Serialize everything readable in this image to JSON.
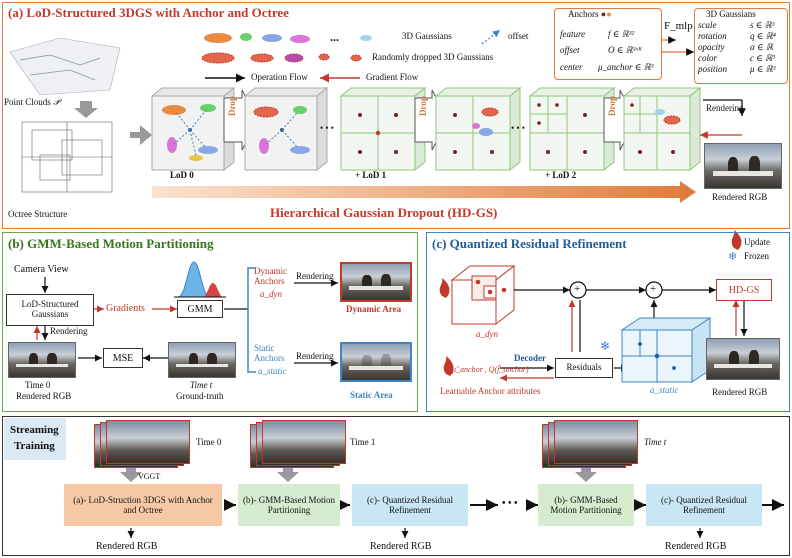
{
  "panel_a": {
    "title": "(a) LoD-Structured 3DGS with Anchor and Octree",
    "point_clouds_label": "Point Clouds",
    "point_clouds_symbol": "𝒫",
    "octree_label": "Octree Structure",
    "legend": {
      "gaussians": "3D Gaussians",
      "offset": "offset",
      "dropped": "Randomly dropped 3D Gaussians",
      "operation_flow": "Operation Flow",
      "gradient_flow": "Gradient Flow",
      "ellipsis": "..."
    },
    "anchors": {
      "title": "Anchors",
      "rows": [
        {
          "name": "feature",
          "value": "f ∈ ℝ³²"
        },
        {
          "name": "offset",
          "value": "O ∈ ℝ³ˣᴷ"
        },
        {
          "name": "center",
          "value": "μ_anchor ∈ ℝ³"
        }
      ]
    },
    "fmlp": "F_mlp",
    "gaussians_box": {
      "title": "3D Gaussians",
      "rows": [
        {
          "name": "scale",
          "value": "s ∈ ℝ³"
        },
        {
          "name": "rotation",
          "value": "q ∈ ℝ⁴"
        },
        {
          "name": "opacity",
          "value": "α ∈ ℝ"
        },
        {
          "name": "color",
          "value": "c ∈ ℝ³"
        },
        {
          "name": "position",
          "value": "μ ∈ ℝ³"
        }
      ]
    },
    "drop_label": "Drop",
    "lod_labels": [
      "LoD 0",
      "+ LoD 1",
      "+ LoD 2"
    ],
    "dots": "• • •",
    "rendering": "Rendering",
    "rendered_rgb": "Rendered RGB",
    "hd_gs_banner": "Hierarchical Gaussian Dropout (HD-GS)"
  },
  "panel_b": {
    "title": "(b) GMM-Based Motion Partitioning",
    "camera_view": "Camera View",
    "lod_box": "LoD-Structured Gaussians",
    "gradients": "Gradients",
    "gmm": "GMM",
    "rendering1": "Rendering",
    "rendering2": "Rendering",
    "rendering3": "Rendering",
    "mse": "MSE",
    "time0": "Time 0",
    "rendered_rgb": "Rendered RGB",
    "time_t": "Time t",
    "ground_truth": "Ground-truth",
    "dynamic_anchors": "Dynamic Anchors",
    "a_dyn": "a_dyn",
    "static_anchors": "Static Anchors",
    "a_static": "a_static",
    "dynamic_area": "Dynamic Area",
    "static_area": "Static Area"
  },
  "panel_c": {
    "title": "(c) Quantized Residual Refinement",
    "update": "Update",
    "frozen": "Frozen",
    "a_dyn": "a_dyn",
    "a_static": "a_static",
    "hd_gs": "HD-GS",
    "decoder": "Decoder",
    "residuals": "Residuals",
    "anchor_attr_math": "μ̃_anchor , Q(f̃_anchor)",
    "learnable": "Learnable Anchor attributes",
    "rendered_rgb": "Rendered RGB",
    "plus": "+"
  },
  "streaming": {
    "title_line1": "Streaming",
    "title_line2": "Training",
    "time_labels": [
      "Time 0",
      "Time 1",
      "Time t"
    ],
    "vggt": "VGGT",
    "step_a": "(a)- LoD-Struction 3DGS with Anchor and Octree",
    "step_b": "(b)- GMM-Based Motion Partitioning",
    "step_c": "(c)- Quantized Residual Refinement",
    "rendered_rgb": "Rendered RGB",
    "dots": "• • •"
  },
  "colors": {
    "panel_a_border": "#e07b39",
    "panel_b_border": "#6aa84f",
    "panel_c_border": "#3d85c6",
    "dark_red": "#c0392b",
    "step_a_fill": "#f6c8a6",
    "step_b_fill": "#d5eccf",
    "step_c_fill": "#c9e6f5"
  }
}
